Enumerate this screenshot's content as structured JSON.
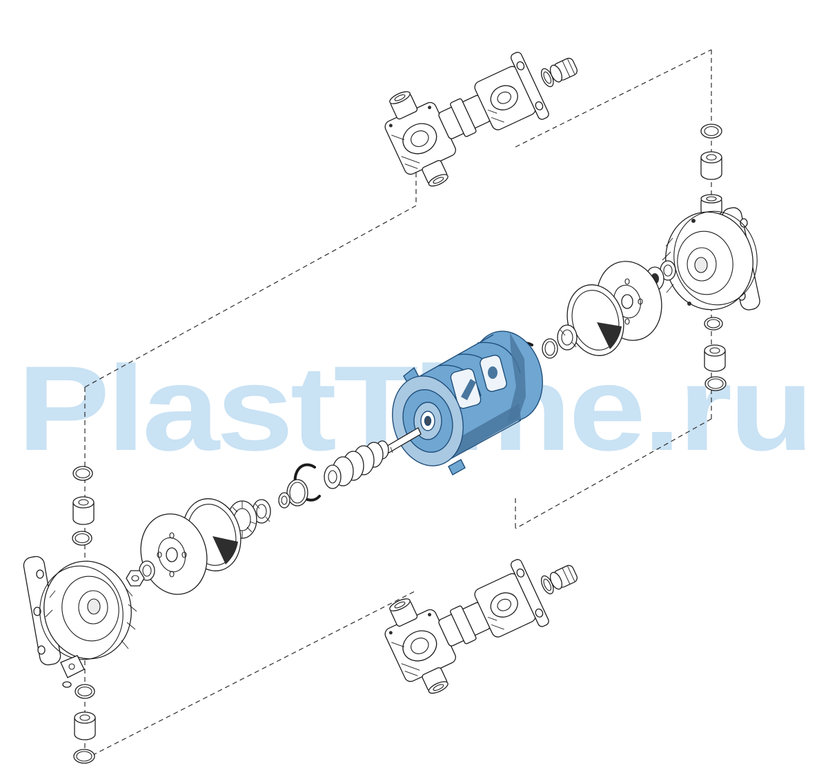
{
  "watermark": {
    "text": "PlastTime.ru",
    "color": "#c9e2f4"
  },
  "canvas": {
    "background": "#ffffff",
    "line_color": "#1c1c1c"
  },
  "highlight": {
    "fill": "#6fa6d2",
    "light": "#a9c8e2",
    "shade": "#49769e",
    "outline": "#1f4e79",
    "window": "#eef4fa"
  },
  "diagram": {
    "type": "exploded-view",
    "subject": "double-diaphragm-pump",
    "highlighted_part": "air-valve-body",
    "parts": [
      "exploded-view-frame",
      "top-manifold",
      "top-manifold-oring",
      "top-manifold-plug",
      "right-upper-oring",
      "right-upper-bushing",
      "right-chamber-cover",
      "right-hub",
      "right-hub-washer",
      "right-diaphragm-plate",
      "right-diaphragm",
      "right-diaphragm-washer",
      "right-oring",
      "right-snap-ring",
      "air-valve-body",
      "piston-shaft",
      "valve-spool",
      "spool-snap-ring",
      "spool-retaining-ring",
      "spool-washer",
      "left-spacer-washer",
      "left-hub",
      "left-diaphragm",
      "left-diaphragm-plate",
      "left-plate-washer",
      "left-hex-nut",
      "left-chamber-cover",
      "left-upper-oring",
      "left-upper-bushing",
      "left-middle-oring",
      "left-lower-oring",
      "left-lower-bushing",
      "left-bottom-oring",
      "right-lower-oring",
      "right-lower-bushing",
      "right-bottom-oring",
      "bottom-manifold",
      "bottom-manifold-oring",
      "bottom-manifold-plug"
    ]
  }
}
